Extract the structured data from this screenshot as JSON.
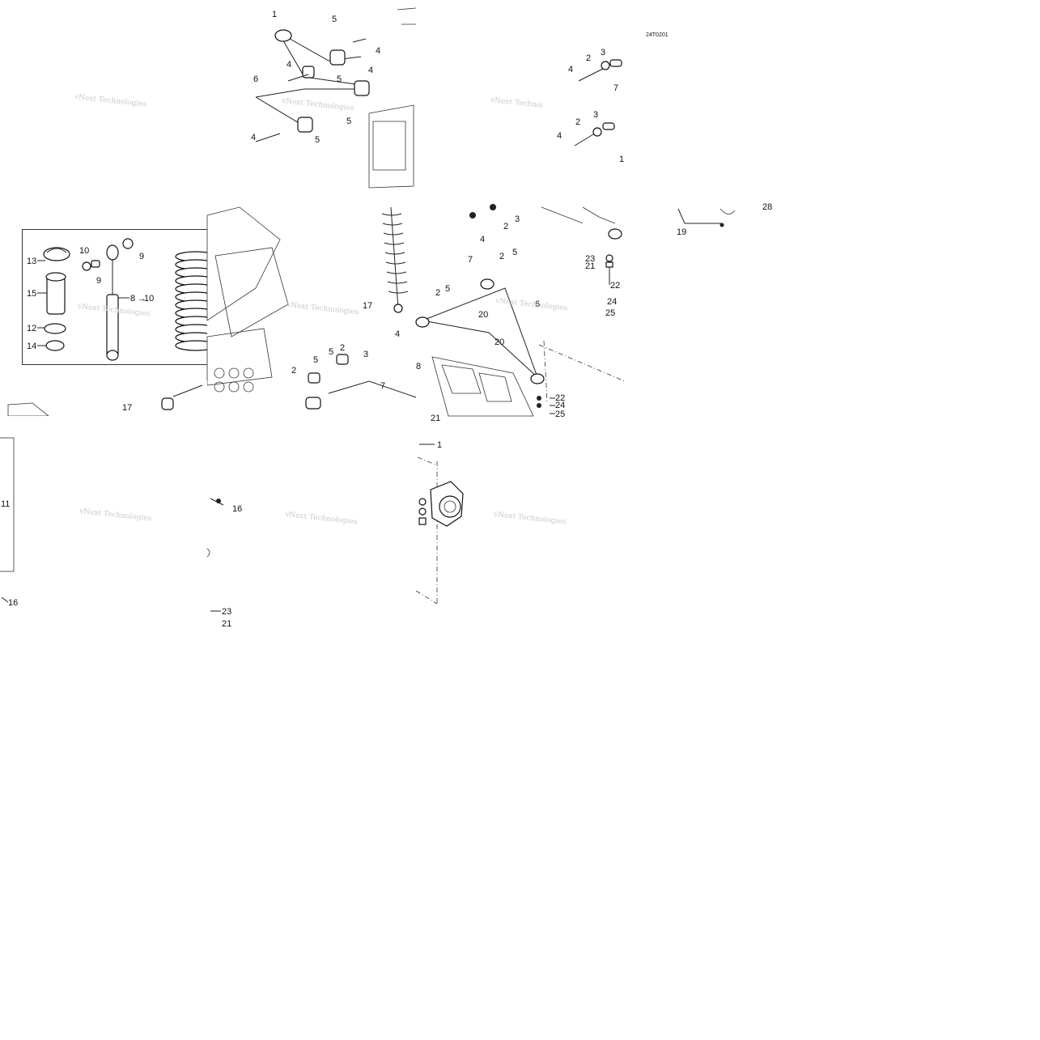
{
  "diagram_code": "24T0201",
  "watermark": "vNext Technologies",
  "labels": {
    "t1": [
      "1",
      "5",
      "4",
      "4",
      "4",
      "5",
      "6",
      "4",
      "5",
      "5",
      "4",
      "5"
    ],
    "t2": [
      "3",
      "2",
      "4",
      "7",
      "3",
      "2",
      "4",
      "1"
    ],
    "t4": [
      "19",
      "28"
    ],
    "t5": [
      "13",
      "10",
      "9",
      "9",
      "15",
      "8",
      "10",
      "12",
      "14"
    ],
    "t6": [
      "17",
      "2",
      "5",
      "4",
      "5",
      "2",
      "3",
      "2",
      "7",
      "17"
    ],
    "t7": [
      "3",
      "2",
      "4",
      "7",
      "2",
      "5",
      "2",
      "5",
      "20",
      "6",
      "4",
      "20",
      "8",
      "22",
      "24",
      "25",
      "21"
    ],
    "t8": [
      "23",
      "21",
      "22",
      "24",
      "25"
    ],
    "t9": [
      "11",
      "16"
    ],
    "t10": [
      "16",
      "23",
      "21"
    ],
    "t11": [
      "1"
    ]
  }
}
